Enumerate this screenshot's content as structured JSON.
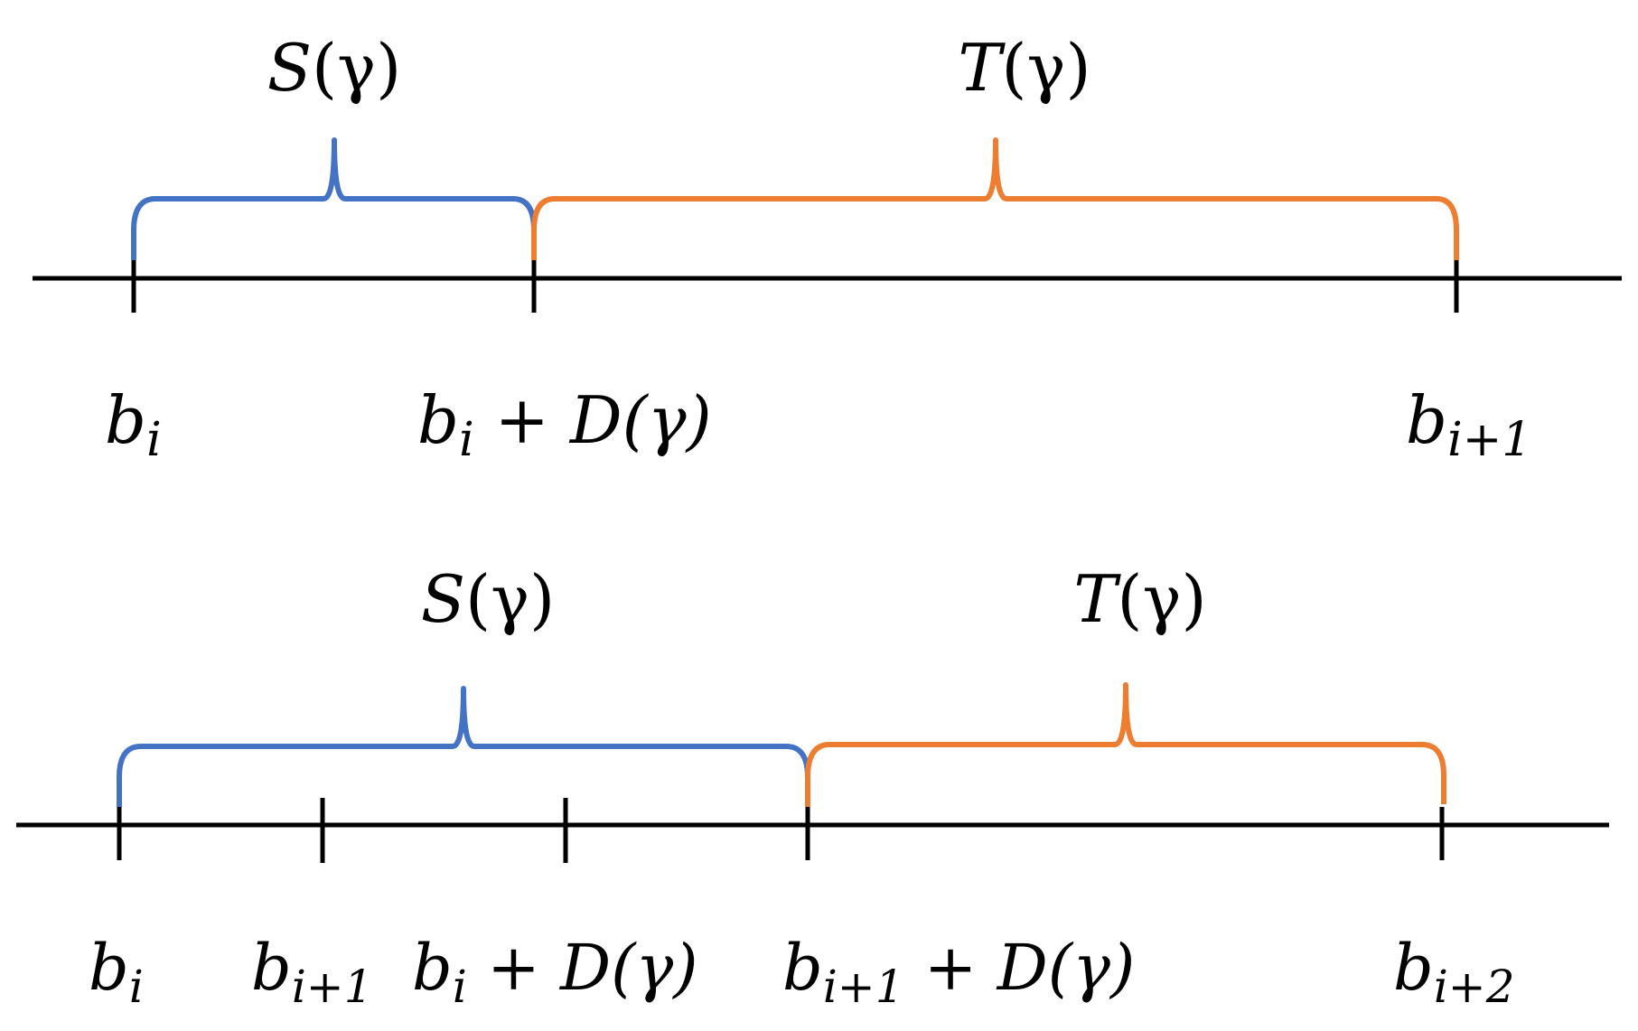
{
  "colors": {
    "s_brace": "#4472C4",
    "t_brace": "#ED7D31",
    "axis": "#000000"
  },
  "top": {
    "s_label": {
      "name": "S",
      "arg": "(γ)"
    },
    "t_label": {
      "name": "T",
      "arg": "(γ)"
    },
    "ticks": [
      {
        "base": "b",
        "sub": "i",
        "suffix": ""
      },
      {
        "base": "b",
        "sub": "i",
        "suffix": " + D(γ)"
      },
      {
        "base": "b",
        "sub": "i+1",
        "suffix": ""
      }
    ]
  },
  "bottom": {
    "s_label": {
      "name": "S",
      "arg": "(γ)"
    },
    "t_label": {
      "name": "T",
      "arg": "(γ)"
    },
    "ticks": [
      {
        "base": "b",
        "sub": "i",
        "suffix": ""
      },
      {
        "base": "b",
        "sub": "i+1",
        "suffix": ""
      },
      {
        "base": "b",
        "sub": "i",
        "suffix": " + D(γ)"
      },
      {
        "base": "b",
        "sub": "i+1",
        "suffix": " + D(γ)"
      },
      {
        "base": "b",
        "sub": "i+2",
        "suffix": ""
      }
    ]
  }
}
